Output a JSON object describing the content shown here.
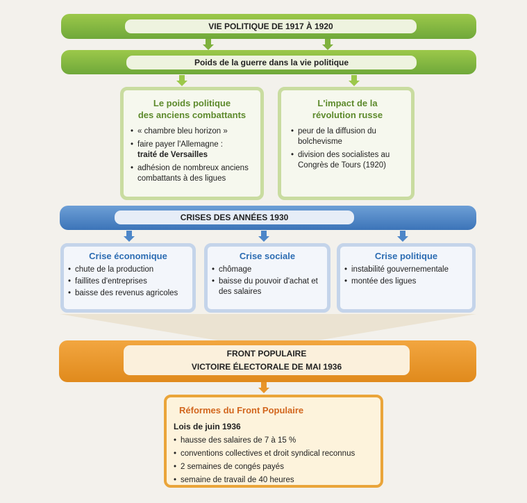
{
  "section1": {
    "title": "VIE POLITIQUE DE 1917 À 1920",
    "subtitle": "Poids de la guerre dans la vie politique",
    "boxes": [
      {
        "title_line1": "Le poids politique",
        "title_line2": "des anciens combattants",
        "items": [
          "« chambre bleu horizon »",
          "faire payer l'Allemagne :",
          "adhésion de nombreux anciens combattants à des ligues"
        ],
        "bold_item": "traité de Versailles"
      },
      {
        "title_line1": "L'impact  de la",
        "title_line2": "révolution russe",
        "items": [
          "peur de la diffusion du bolchevisme",
          "division des socialistes au Congrès de Tours (1920)"
        ]
      }
    ]
  },
  "section2": {
    "title": "CRISES DES ANNÉES 1930",
    "boxes": [
      {
        "title": "Crise économique",
        "items": [
          "chute de la production",
          "faillites d'entreprises",
          "baisse des revenus agricoles"
        ]
      },
      {
        "title": "Crise sociale",
        "items": [
          "chômage",
          "baisse du pouvoir d'achat et des salaires"
        ]
      },
      {
        "title": "Crise politique",
        "items": [
          "instabilité gouvernementale",
          "montée des ligues"
        ]
      }
    ]
  },
  "section3": {
    "title_line1": "FRONT POPULAIRE",
    "title_line2": "VICTOIRE ÉLECTORALE DE MAI 1936",
    "box": {
      "title": "Réformes du Front Populaire",
      "subtitle": "Lois de juin 1936",
      "items": [
        "hausse des salaires de 7 à 15 %",
        "conventions collectives et droit syndical reconnus",
        "2 semaines de congés payés",
        "semaine de travail de 40 heures"
      ]
    }
  },
  "colors": {
    "green": "#6fa83a",
    "blue": "#3c74b8",
    "orange": "#e08a1c"
  }
}
